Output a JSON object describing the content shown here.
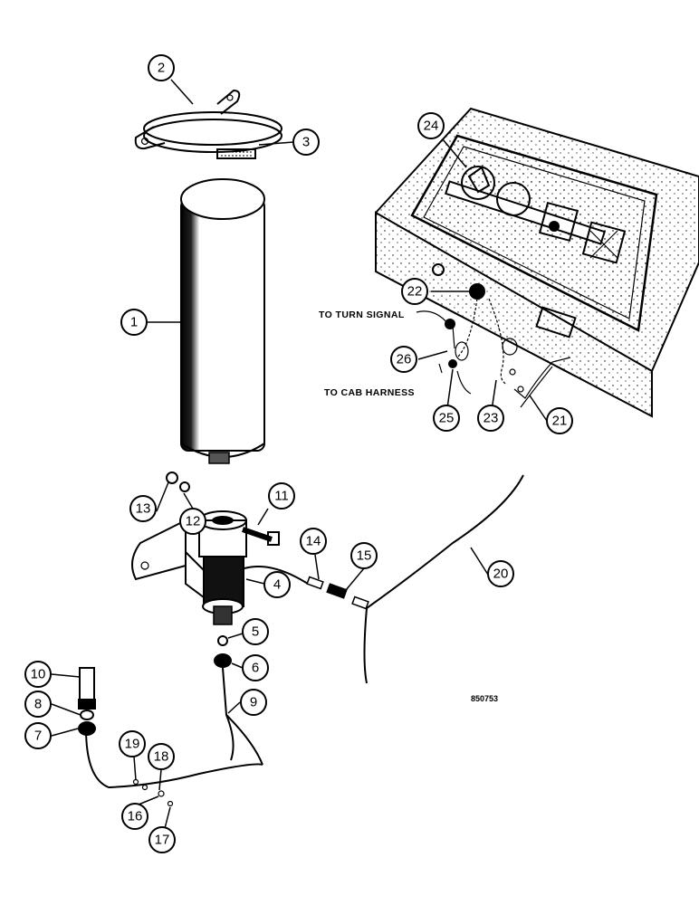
{
  "callouts": [
    {
      "id": "1",
      "label": "1"
    },
    {
      "id": "2",
      "label": "2"
    },
    {
      "id": "3",
      "label": "3"
    },
    {
      "id": "4",
      "label": "4"
    },
    {
      "id": "5",
      "label": "5"
    },
    {
      "id": "6",
      "label": "6"
    },
    {
      "id": "7",
      "label": "7"
    },
    {
      "id": "8",
      "label": "8"
    },
    {
      "id": "9",
      "label": "9"
    },
    {
      "id": "10",
      "label": "10"
    },
    {
      "id": "11",
      "label": "11"
    },
    {
      "id": "12",
      "label": "12"
    },
    {
      "id": "13",
      "label": "13"
    },
    {
      "id": "14",
      "label": "14"
    },
    {
      "id": "15",
      "label": "15"
    },
    {
      "id": "16",
      "label": "16"
    },
    {
      "id": "17",
      "label": "17"
    },
    {
      "id": "18",
      "label": "18"
    },
    {
      "id": "19",
      "label": "19"
    },
    {
      "id": "20",
      "label": "20"
    },
    {
      "id": "21",
      "label": "21"
    },
    {
      "id": "22",
      "label": "22"
    },
    {
      "id": "23",
      "label": "23"
    },
    {
      "id": "24",
      "label": "24"
    },
    {
      "id": "25",
      "label": "25"
    },
    {
      "id": "26",
      "label": "26"
    }
  ],
  "labels": {
    "to_turn_signal": "TO TURN SIGNAL",
    "to_cab_harness": "TO CAB HARNESS",
    "drawing_number": "850753"
  }
}
